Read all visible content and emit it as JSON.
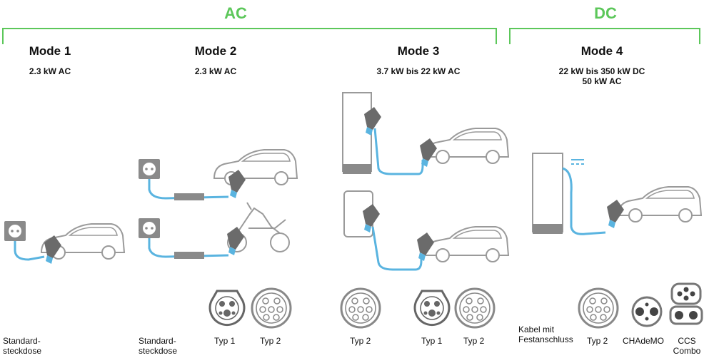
{
  "groups": {
    "ac": "AC",
    "dc": "DC"
  },
  "modes": [
    {
      "title": "Mode 1",
      "power": "2.3 kW AC"
    },
    {
      "title": "Mode 2",
      "power": "2.3 kW AC"
    },
    {
      "title": "Mode 3",
      "power": "3.7 kW bis 22 kW AC"
    },
    {
      "title": "Mode 4",
      "power_line1": "22 kW bis 350 kW DC",
      "power_line2": "50 kW AC"
    }
  ],
  "labels": {
    "m1_socket_1": "Standard-",
    "m1_socket_2": "steckdose",
    "m2_socket_1": "Standard-",
    "m2_socket_2": "steckdose",
    "m2_typ1": "Typ 1",
    "m2_typ2": "Typ 2",
    "m3_typ2_a": "Typ 2",
    "m3_typ1": "Typ 1",
    "m3_typ2_b": "Typ 2",
    "m4_cable_1": "Kabel mit",
    "m4_cable_2": "Festanschluss",
    "m4_typ2": "Typ 2",
    "m4_chademo": "CHAdeMO",
    "m4_ccs_1": "CCS",
    "m4_ccs_2": "Combo"
  },
  "colors": {
    "accent_green": "#5cc75a",
    "cable_blue": "#5ab4e0",
    "outline_gray": "#9a9a9a",
    "dark_gray": "#777777"
  }
}
